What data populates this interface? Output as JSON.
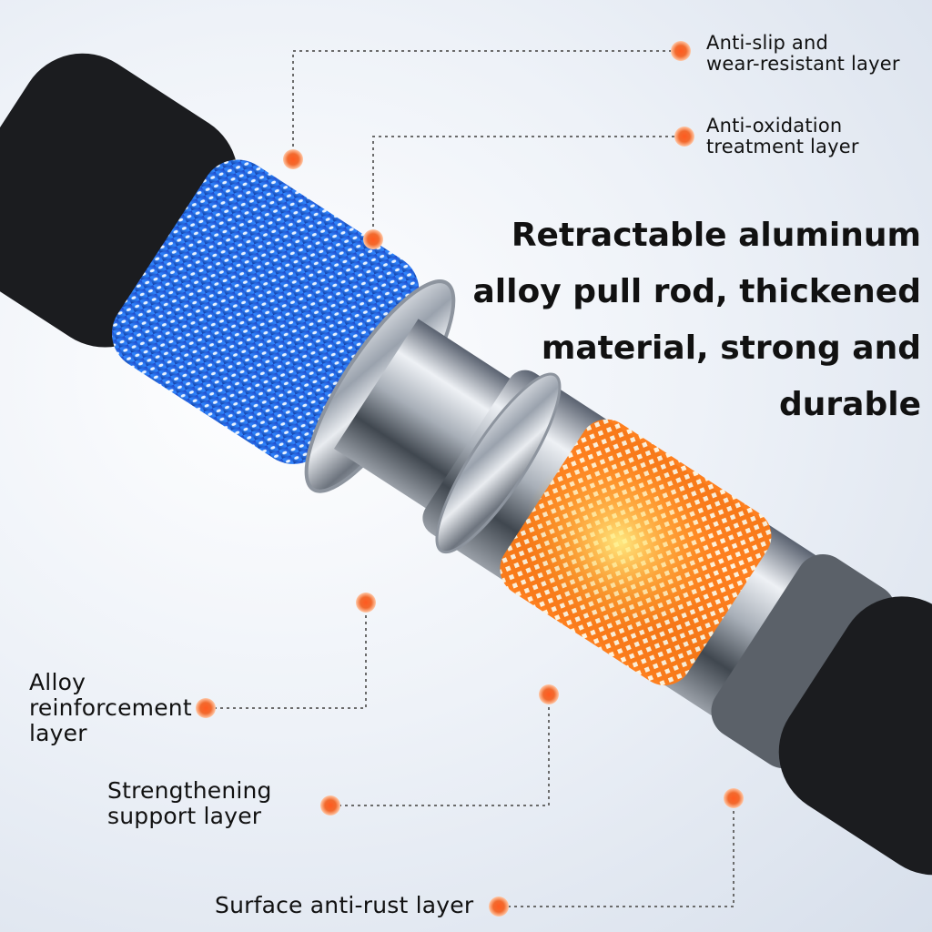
{
  "headline": {
    "lines": [
      "Retractable aluminum",
      "alloy pull rod, thickened",
      "material, strong and",
      "durable"
    ]
  },
  "callouts": {
    "anti_slip": {
      "lines": [
        "Anti-slip and",
        "wear-resistant layer"
      ]
    },
    "anti_oxidation": {
      "lines": [
        "Anti-oxidation",
        "treatment layer"
      ]
    },
    "alloy_reinforcement": {
      "lines": [
        "Alloy",
        "reinforcement",
        "layer"
      ]
    },
    "strengthening": {
      "lines": [
        "Strengthening",
        "support layer"
      ]
    },
    "surface_anti_rust": {
      "lines": [
        "Surface anti-rust layer"
      ]
    }
  },
  "colors": {
    "marker": "#f26a2e",
    "blue_mesh": "#1f5fe0",
    "orange_mesh": "#ff8a1e",
    "metal": "#c9ced6"
  }
}
